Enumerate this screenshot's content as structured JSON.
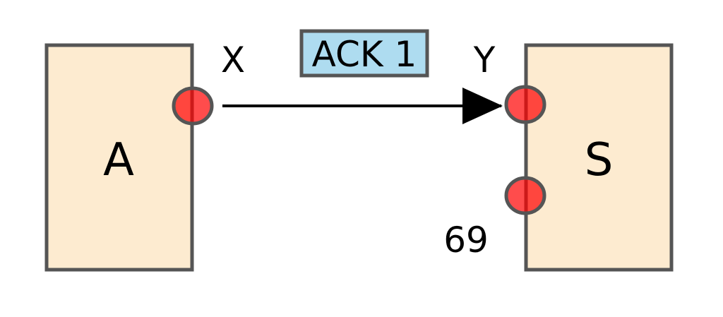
{
  "nodes": {
    "a": {
      "label": "A"
    },
    "s": {
      "label": "S"
    }
  },
  "ports": {
    "x": {
      "label": "X"
    },
    "y": {
      "label": "Y"
    },
    "p69": {
      "label": "69"
    }
  },
  "edge": {
    "label": "ACK 1"
  },
  "colors": {
    "box_fill": "#fdebd0",
    "box_stroke": "#555555",
    "port_fill": "#ff2020",
    "label_fill": "#aedcf0"
  }
}
